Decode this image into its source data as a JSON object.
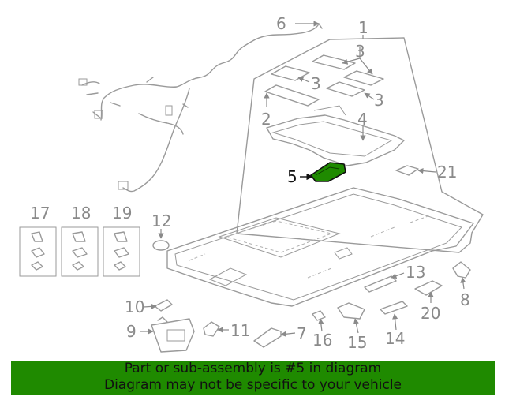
{
  "callouts": [
    "1",
    "2",
    "3",
    "3",
    "3",
    "3",
    "4",
    "5",
    "6",
    "7",
    "8",
    "9",
    "10",
    "11",
    "12",
    "13",
    "14",
    "15",
    "16",
    "17",
    "18",
    "19",
    "20",
    "21"
  ],
  "highlighted_part": "5",
  "colors": {
    "banner": "#1f8a00",
    "highlight": "#1f8a00",
    "line": "#9a9a9a",
    "label": "#8a8a8a"
  },
  "banner": {
    "line1": "Part or sub-assembly is #5 in diagram",
    "line2": "Diagram may not be specific to your vehicle"
  }
}
